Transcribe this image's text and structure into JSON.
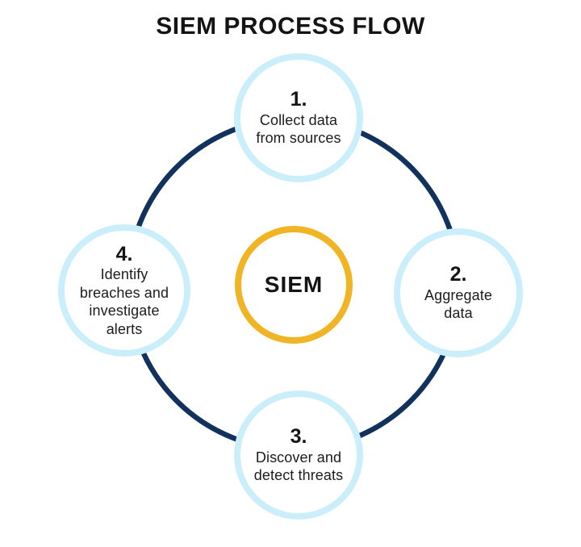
{
  "title": "SIEM PROCESS FLOW",
  "center": {
    "label": "SIEM"
  },
  "steps": [
    {
      "number": "1.",
      "label": "Collect data\nfrom sources",
      "position": "top"
    },
    {
      "number": "2.",
      "label": "Aggregate\ndata",
      "position": "right"
    },
    {
      "number": "3.",
      "label": "Discover and\ndetect threats",
      "position": "bottom"
    },
    {
      "number": "4.",
      "label": "Identify\nbreaches and\ninvestigate\nalerts",
      "position": "left"
    }
  ],
  "colors": {
    "ring": "#12325e",
    "step_border": "#cbeffa",
    "center_border": "#f0b425",
    "text": "#141414",
    "background": "#ffffff"
  }
}
